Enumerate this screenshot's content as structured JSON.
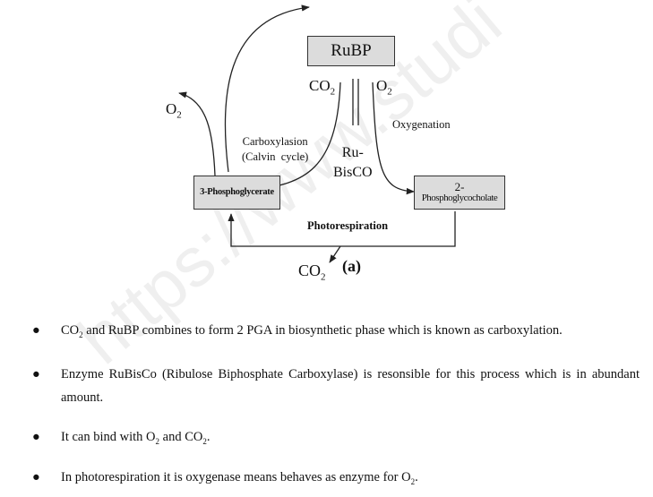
{
  "diagram": {
    "rubp": "RuBP",
    "co2_top": "CO",
    "co2_top_sub": "2",
    "o2_top": "O",
    "o2_top_sub": "2",
    "o2_left": "O",
    "o2_left_sub": "2",
    "carboxylation_line1": "Carboxylasion",
    "carboxylation_line2": "(Calvin  cycle)",
    "oxygenation": "Oxygenation",
    "rubisco_line1": "Ru-",
    "rubisco_line2": "BisCO",
    "pga_box": "3-Phosphoglycerate",
    "pgc_line1": "2-",
    "pgc_line2": "Phosphoglycocholate",
    "photorespiration": "Photorespiration",
    "co2_bottom": "CO",
    "co2_bottom_sub": "2",
    "panel_label": "(a)"
  },
  "watermark": "https://www.studi",
  "bullets": [
    {
      "pre": "CO",
      "sub": "2",
      "post": " and RuBP combines to form 2 PGA in biosynthetic phase which is known as carboxylation."
    },
    {
      "pre": "Enzyme RuBisCo (Ribulose Biphosphate Carboxylase) is resonsible for this process which is in abundant amount.",
      "sub": "",
      "post": ""
    },
    {
      "pre": "It can bind with O",
      "sub": "2",
      "post": " and CO"
    },
    {
      "pre": "In photorespiration it is oxygenase means behaves as enzyme for O",
      "sub": "2",
      "post": "."
    }
  ],
  "bullet_tails": [
    "",
    "",
    "2.",
    ""
  ],
  "bullet_symbol": "●"
}
